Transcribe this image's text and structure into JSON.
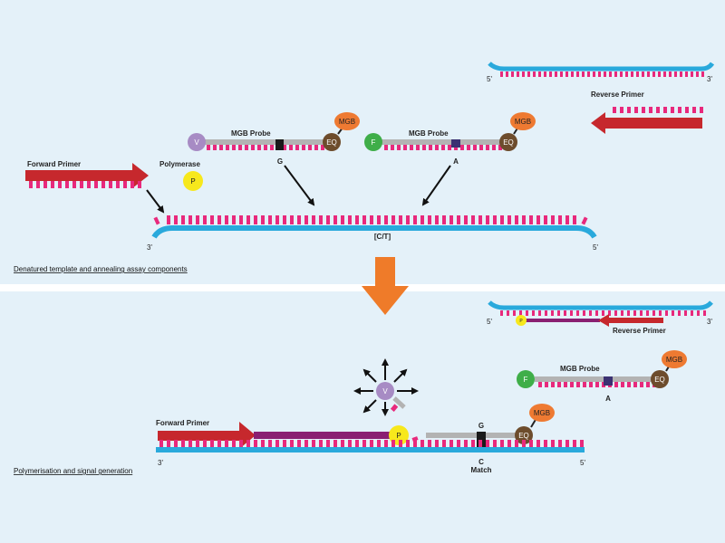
{
  "colors": {
    "background": "#e4f1f9",
    "divider": "#ffffff",
    "template_strand": "#29a9dc",
    "bases": "#e8297c",
    "primer": "#c6282d",
    "extended": "#8a2072",
    "probe_backbone": "#b3b3b3",
    "mgb": "#ee7a32",
    "quencher": "#6d4c2c",
    "dye_v": "#a78bc4",
    "dye_f": "#3fae49",
    "polymerase": "#f7e81c",
    "arrow_down": "#ef7b29",
    "snp_g": "#1a1a1a",
    "snp_a": "#3b3172"
  },
  "top_panel": {
    "caption": "Denatured template and annealing  assay components",
    "forward_primer_label": "Forward Primer",
    "reverse_primer_label": "Reverse Primer",
    "polymerase_label": "Polymerase",
    "polymerase_symbol": "P",
    "template_end_left": "3'",
    "template_end_right": "5'",
    "snp_label": "[C/T]",
    "upper_strand_end_left": "5'",
    "upper_strand_end_right": "3'",
    "probe_v": {
      "label": "MGB Probe",
      "dye": "V",
      "quencher": "EQ",
      "mgb": "MGB",
      "allele": "G"
    },
    "probe_f": {
      "label": "MGB Probe",
      "dye": "F",
      "quencher": "EQ",
      "mgb": "MGB",
      "allele": "A"
    }
  },
  "bottom_panel": {
    "caption": "Polymerisation and signal generation",
    "forward_primer_label": "Forward Primer",
    "reverse_primer_label": "Reverse Primer",
    "polymerase_symbol": "P",
    "template_end_left": "3'",
    "template_end_right": "5'",
    "upper_strand_end_left": "5'",
    "upper_strand_end_right": "3'",
    "released_dye": "V",
    "probe_bound": {
      "quencher": "EQ",
      "mgb": "MGB",
      "allele_probe": "G",
      "allele_template": "C",
      "match_label": "Match"
    },
    "probe_f": {
      "label": "MGB Probe",
      "dye": "F",
      "quencher": "EQ",
      "mgb": "MGB",
      "allele": "A"
    }
  }
}
